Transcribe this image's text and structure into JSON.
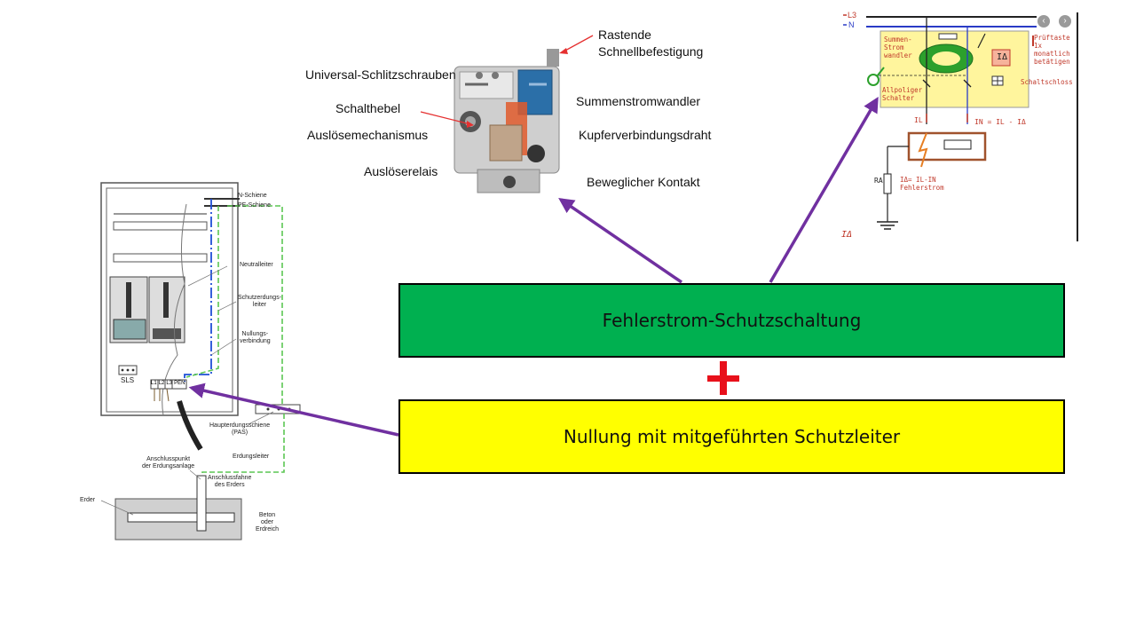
{
  "boxes": {
    "fehlerstrom": "Fehlerstrom-Schutzschaltung",
    "nullung": "Nullung mit mitgeführten Schutzleiter"
  },
  "rcd_labels": {
    "rastende": "Rastende\nSchnellbefestigung",
    "schlitzschrauben": "Universal-Schlitzschrauben",
    "schalthebel": "Schalthebel",
    "summenstromwandler": "Summenstromwandler",
    "ausloesemechanismus": "Auslösemechanismus",
    "kupfer": "Kupferverbindungsdraht",
    "ausloeserelais": "Auslöserelais",
    "kontakt": "Beweglicher Kontakt"
  },
  "cabinet_labels": {
    "n_schiene": "N-Schiene",
    "pe_schiene": "PE-Schiene",
    "neutralleiter": "Neutralleiter",
    "schutzerdung": "Schutzerdungs-\nleiter",
    "nullung": "Nullungs-\nverbindung",
    "sls": "SLS",
    "terminals": [
      "L1",
      "L2",
      "L3",
      "PEN"
    ],
    "pas": "Haupterdungsschiene\n(PAS)",
    "erdungsleiter": "Erdungsleiter",
    "anschlusspunkt": "Anschlusspunkt\nder Erdungsanlage",
    "anschlussfahne": "Anschlussfahne\ndes Erders",
    "erder": "Erder",
    "beton": "Beton\noder\nErdreich"
  },
  "circuit_labels": {
    "l3": "L3",
    "n": "N",
    "summen": "Summen-\nStrom\nwandler",
    "pruef": "Prüftaste\n1x\nmonatlich\nbetätigen",
    "ia": "IΔ",
    "schaltschloss": "Schaltschloss",
    "allpoliger": "Allpoliger\nSchalter",
    "il": "IL",
    "in_eq": "IN = IL - IΔ",
    "ra": "RA",
    "fehler": "IΔ= IL-IN\nFehlerstrom",
    "ia_bottom": "IΔ",
    "nav_prev": "‹",
    "nav_next": "›"
  },
  "colors": {
    "arrow": "#7030a0",
    "green_box": "#00b050",
    "yellow_box": "#ffff00",
    "plus": "#e8101b"
  }
}
